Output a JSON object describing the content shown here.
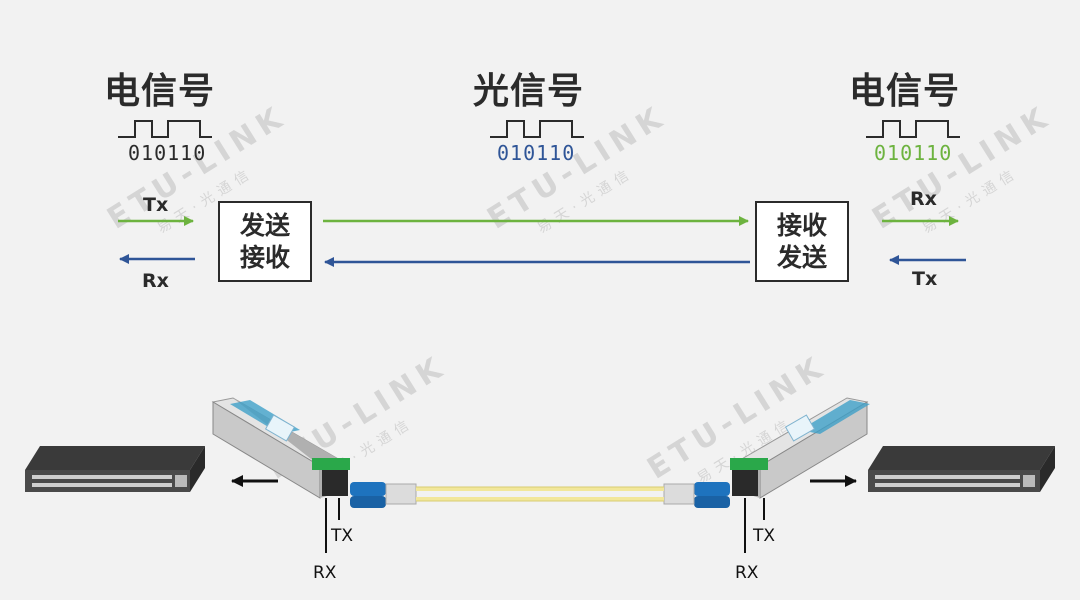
{
  "titles": {
    "left": "电信号",
    "center": "光信号",
    "right": "电信号"
  },
  "bits": {
    "left": "010110",
    "center": "010110",
    "right": "010110"
  },
  "boxes": {
    "left": {
      "line1": "发送",
      "line2": "接收"
    },
    "right": {
      "line1": "接收",
      "line2": "发送"
    }
  },
  "signals": {
    "left_top": "Tx",
    "left_bottom": "Rx",
    "right_top": "Rx",
    "right_bottom": "Tx"
  },
  "ports": {
    "left_tx": "TX",
    "left_rx": "RX",
    "right_tx": "TX",
    "right_rx": "RX"
  },
  "watermark": {
    "brand": "ETU-LINK",
    "sub": "易天·光通信"
  },
  "colors": {
    "green": "#6db33f",
    "blue": "#2f5597",
    "dark": "#2b2b2b",
    "fiber": "#f2e79a",
    "connector": "#1e73be"
  }
}
